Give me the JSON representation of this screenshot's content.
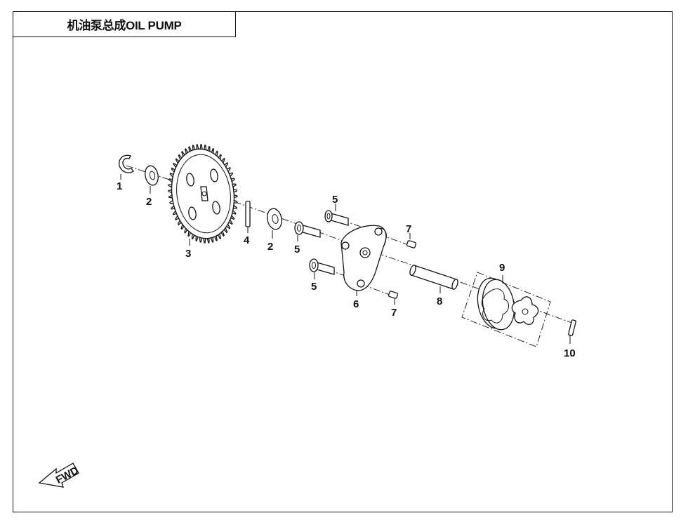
{
  "title": "机油泵总成OIL PUMP",
  "fwd_label": "FWD",
  "callouts": {
    "c1": "1",
    "c2a": "2",
    "c2b": "2",
    "c3": "3",
    "c4": "4",
    "c5a": "5",
    "c5b": "5",
    "c5c": "5",
    "c6": "6",
    "c7a": "7",
    "c7b": "7",
    "c8": "8",
    "c9": "9",
    "c10": "10"
  }
}
